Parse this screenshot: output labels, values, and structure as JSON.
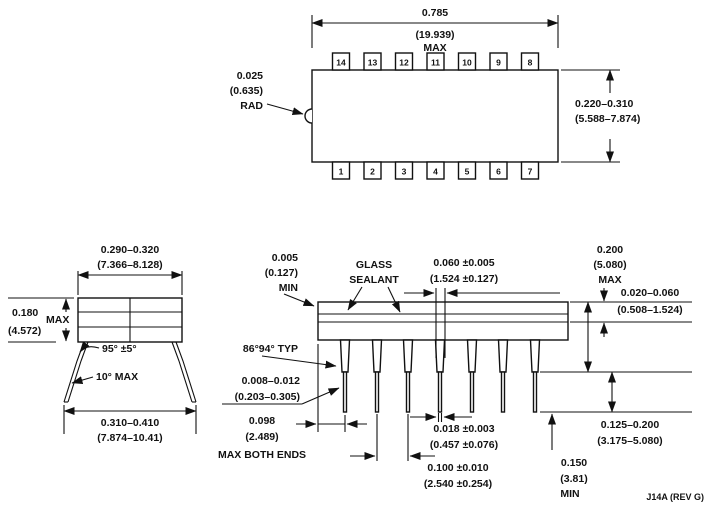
{
  "colors": {
    "line": "#111111",
    "background": "#ffffff"
  },
  "drawing": {
    "footer": "J14A (REV G)",
    "top_view": {
      "pins_top": [
        "14",
        "13",
        "12",
        "11",
        "10",
        "9",
        "8"
      ],
      "pins_bottom": [
        "1",
        "2",
        "3",
        "4",
        "5",
        "6",
        "7"
      ],
      "dim_width": [
        "0.785",
        "(19.939)",
        "MAX"
      ],
      "dim_radius": [
        "0.025",
        "(0.635)",
        "RAD"
      ],
      "dim_body_width": [
        "0.220–0.310",
        "(5.588–7.874)"
      ]
    },
    "end_view": {
      "dim_body_w": [
        "0.290–0.320",
        "(7.366–8.128)"
      ],
      "dim_body_h": [
        "0.180",
        "MAX",
        "(4.572)"
      ],
      "angle_lead": "95° ±5°",
      "angle_splay": "10° MAX",
      "dim_span": [
        "0.310–0.410",
        "(7.874–10.41)"
      ]
    },
    "side_view": {
      "dim_seal_gap": [
        "0.005",
        "(0.127)",
        "MIN"
      ],
      "label_glass_sealant": [
        "GLASS",
        "SEALANT"
      ],
      "dim_shoulder_w": [
        "0.060 ±0.005",
        "(1.524 ±0.127)"
      ],
      "dim_height": [
        "0.200",
        "(5.080)",
        "MAX"
      ],
      "dim_lid": [
        "0.020–0.060",
        "(0.508–1.524)"
      ],
      "angle_lead": "86°94° TYP",
      "dim_lead_thickness": [
        "0.008–0.012",
        "(0.203–0.305)"
      ],
      "dim_end": [
        "0.098",
        "(2.489)",
        "MAX BOTH ENDS"
      ],
      "dim_pin_w": [
        "0.018 ±0.003",
        "(0.457 ±0.076)"
      ],
      "dim_shoulder_l": [
        "0.125–0.200",
        "(3.175–5.080)"
      ],
      "dim_pitch": [
        "0.100 ±0.010",
        "(2.540 ±0.254)"
      ],
      "dim_pin_l": [
        "0.150",
        "(3.81)",
        "MIN"
      ]
    }
  }
}
